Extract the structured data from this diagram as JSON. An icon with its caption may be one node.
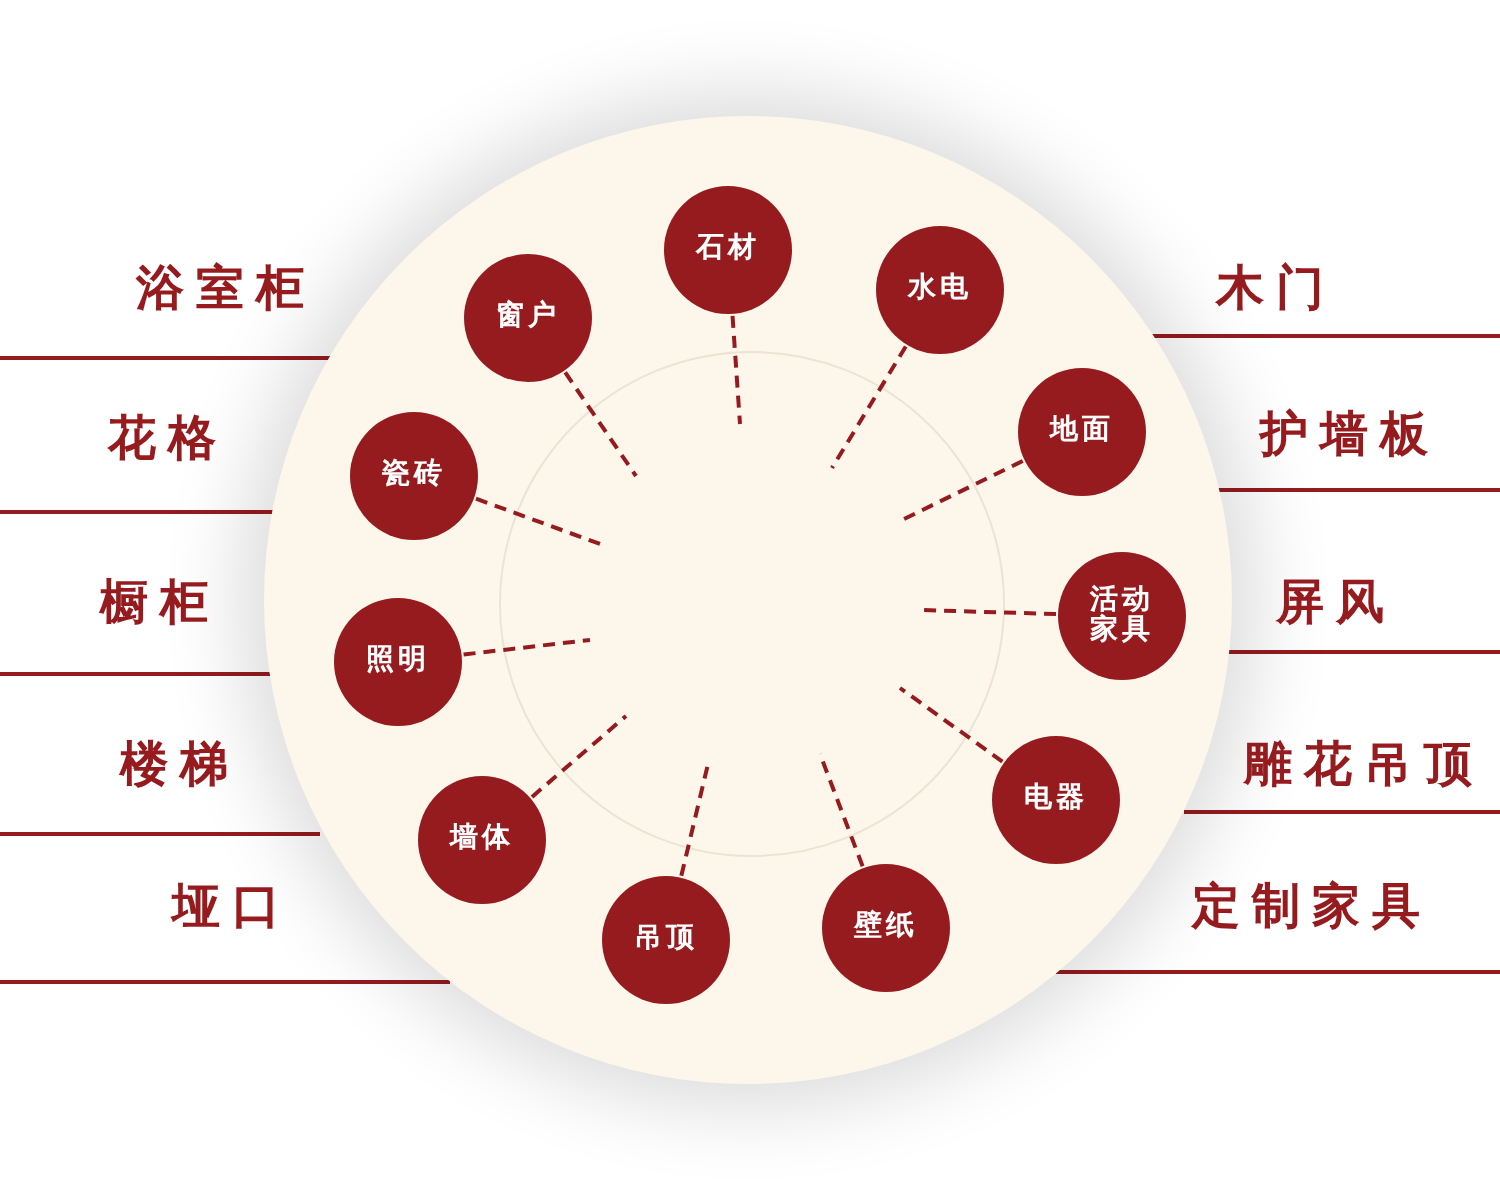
{
  "diagram": {
    "nodes": [
      {
        "text": [],
        "shape": "circle"
      },
      {
        "text": [
          "石材"
        ],
        "in": 0
      },
      {
        "text": [
          "水电"
        ],
        "in": 0
      },
      {
        "text": [
          "地面"
        ],
        "in": 0
      },
      {
        "text": [
          "活动家具"
        ],
        "in": 0
      },
      {
        "text": [
          "电器"
        ],
        "in": 0
      },
      {
        "text": [
          "壁纸"
        ],
        "in": 0
      },
      {
        "text": [
          "吊顶"
        ],
        "in": 0
      },
      {
        "text": [
          "墙体"
        ],
        "in": 0
      },
      {
        "text": [
          "照明"
        ],
        "in": 0
      },
      {
        "text": [
          "瓷砖"
        ],
        "in": 0
      },
      {
        "text": [
          "窗户"
        ],
        "in": 0
      }
    ],
    "edges": [
      {
        "from": 1,
        "to": null,
        "arrow": "none",
        "style": "dashed"
      },
      {
        "from": 2,
        "to": null,
        "arrow": "none",
        "style": "dashed"
      },
      {
        "from": 3,
        "to": null,
        "arrow": "none",
        "style": "dashed"
      },
      {
        "from": 4,
        "to": null,
        "arrow": "none",
        "style": "dashed"
      },
      {
        "from": 5,
        "to": null,
        "arrow": "none",
        "style": "dashed"
      },
      {
        "from": 6,
        "to": null,
        "arrow": "none",
        "style": "dashed"
      },
      {
        "from": 7,
        "to": null,
        "arrow": "none",
        "style": "dashed"
      },
      {
        "from": 8,
        "to": null,
        "arrow": "none",
        "style": "dashed"
      },
      {
        "from": 9,
        "to": null,
        "arrow": "none",
        "style": "dashed"
      },
      {
        "from": 10,
        "to": null,
        "arrow": "none",
        "style": "dashed"
      },
      {
        "from": 11,
        "to": null,
        "arrow": "none",
        "style": "dashed"
      }
    ],
    "labels": [
      "浴室柜",
      "木门",
      "花格",
      "护墙板",
      "橱柜",
      "屏风",
      "楼梯",
      "雕花吊顶",
      "垭口",
      "定制家具"
    ]
  }
}
